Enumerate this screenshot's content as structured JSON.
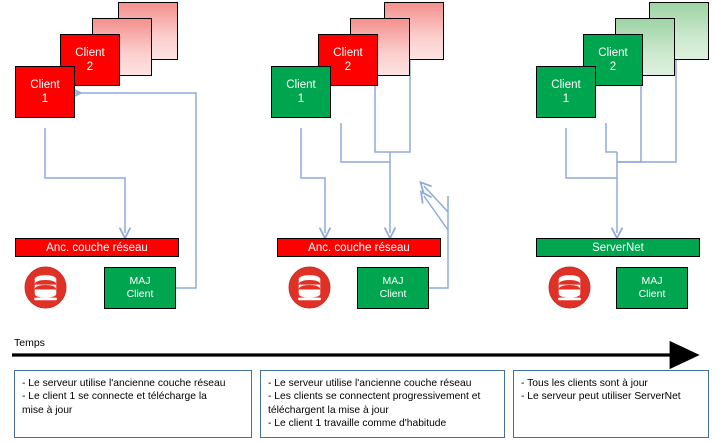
{
  "diagram": {
    "timeline_label": "Temps",
    "client_label_line1": "Client",
    "legacy_layer_label": "Anc. couche réseau",
    "servernet_label": "ServerNet",
    "maj_line1": "MAJ",
    "maj_line2": "Client",
    "colors": {
      "red": "#FF0000",
      "green": "#00A550",
      "pink_top": "#F4918E",
      "pink_bottom": "#FDE3E2",
      "light_green_top": "#9ED3A4",
      "light_green_bottom": "#DEF0DF",
      "connector": "#8FAADC",
      "caption_border": "#41719C",
      "server_icon": "#E03127"
    }
  },
  "stages": [
    {
      "id": "stage-1",
      "clients": [
        {
          "name": "Client",
          "num": "1",
          "state": "outdated"
        },
        {
          "name": "Client",
          "num": "2",
          "state": "outdated"
        },
        {
          "name": "",
          "num": "",
          "state": "pending"
        },
        {
          "name": "",
          "num": "",
          "state": "pending"
        }
      ],
      "layer": {
        "label": "Anc. couche réseau",
        "state": "legacy"
      },
      "maj": {
        "line1": "MAJ",
        "line2": "Client"
      },
      "caption": [
        "- Le serveur utilise l'ancienne couche réseau",
        "- Le client 1 se connecte et télécharge la",
        "mise à jour"
      ]
    },
    {
      "id": "stage-2",
      "clients": [
        {
          "name": "Client",
          "num": "1",
          "state": "updated"
        },
        {
          "name": "Client",
          "num": "2",
          "state": "outdated"
        },
        {
          "name": "",
          "num": "",
          "state": "pending"
        },
        {
          "name": "",
          "num": "",
          "state": "pending"
        }
      ],
      "layer": {
        "label": "Anc. couche réseau",
        "state": "legacy"
      },
      "maj": {
        "line1": "MAJ",
        "line2": "Client"
      },
      "caption": [
        "- Le serveur utilise l'ancienne couche réseau",
        "- Les clients se connectent progressivement et",
        "téléchargent la mise à jour",
        "- Le client 1 travaille comme d'habitude"
      ]
    },
    {
      "id": "stage-3",
      "clients": [
        {
          "name": "Client",
          "num": "1",
          "state": "updated"
        },
        {
          "name": "Client",
          "num": "2",
          "state": "updated"
        },
        {
          "name": "",
          "num": "",
          "state": "done"
        },
        {
          "name": "",
          "num": "",
          "state": "done"
        }
      ],
      "layer": {
        "label": "ServerNet",
        "state": "new"
      },
      "maj": {
        "line1": "MAJ",
        "line2": "Client"
      },
      "caption": [
        "- Tous les clients sont à jour",
        "- Le serveur peut utiliser ServerNet"
      ]
    }
  ]
}
